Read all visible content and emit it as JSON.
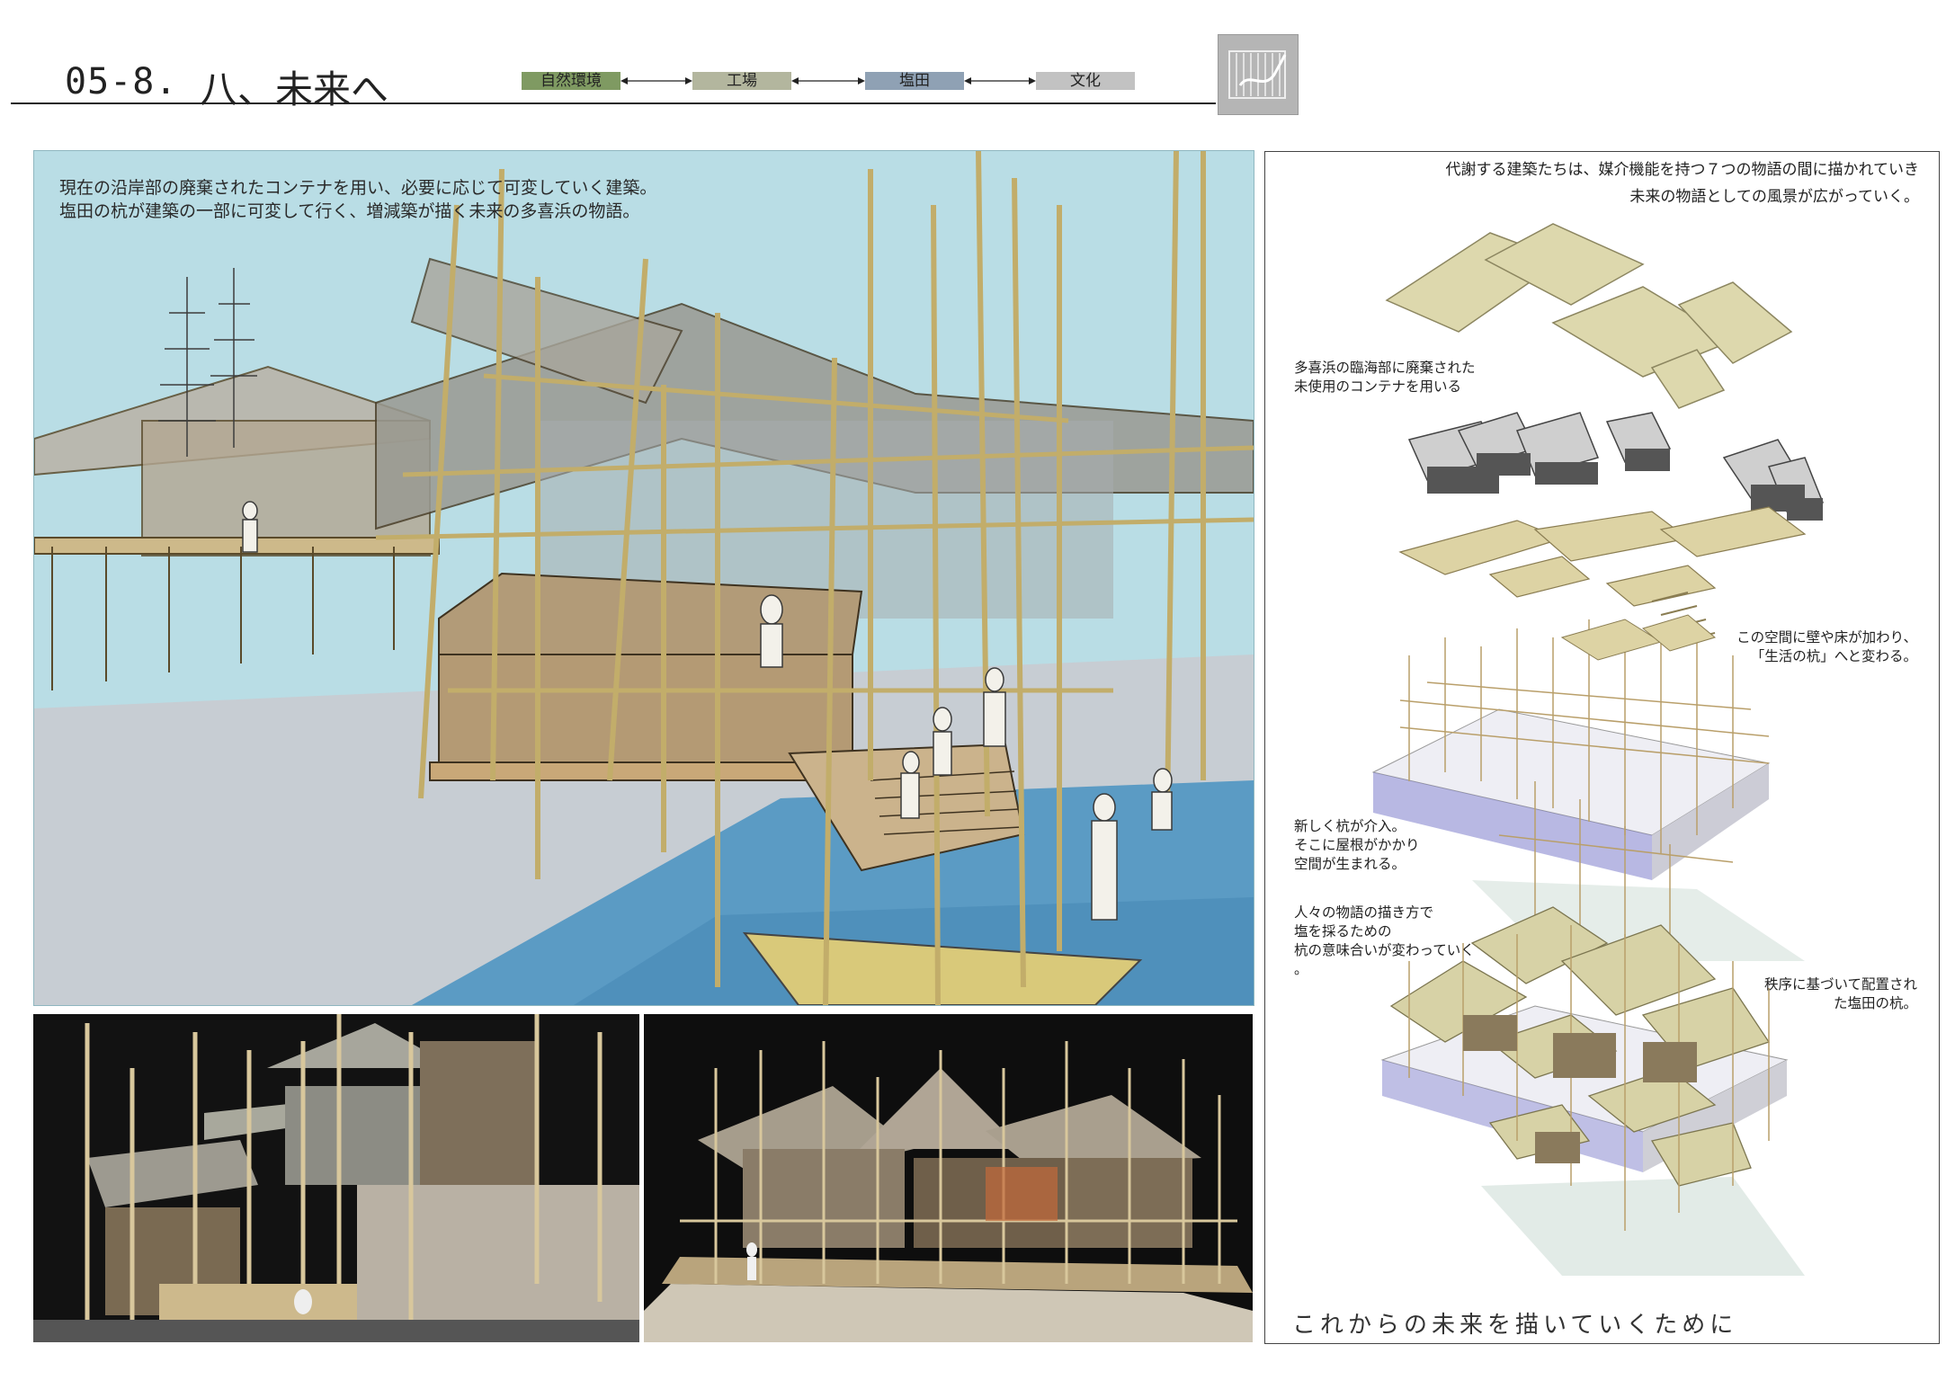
{
  "header": {
    "section_number": "05-8.",
    "section_title": "八、未来へ",
    "tags": [
      {
        "label": "自然環境",
        "color": "#7f9a62"
      },
      {
        "label": "工場",
        "color": "#b3b69e"
      },
      {
        "label": "塩田",
        "color": "#8fa1b4"
      },
      {
        "label": "文化",
        "color": "#c2c2c2"
      }
    ]
  },
  "sketch": {
    "caption_line1": "現在の沿岸部の廃棄されたコンテナを用い、必要に応じて可変していく建築。",
    "caption_line2": "塩田の杭が建築の一部に可変して行く、増減築が描く未来の多喜浜の物語。"
  },
  "diagram": {
    "intro_line1": "代謝する建築たちは、媒介機能を持つ７つの物語の間に描かれていき",
    "intro_line2": "未来の物語としての風景が広がっていく。",
    "note_containers": [
      "多喜浜の臨海部に廃棄された",
      "未使用のコンテナを用いる"
    ],
    "note_living_piles": [
      "この空間に壁や床が加わり、",
      "「生活の杭」へと変わる。"
    ],
    "note_new_piles": [
      "新しく杭が介入。",
      "そこに屋根がかかり",
      "空間が生まれる。"
    ],
    "note_meaning": [
      "人々の物語の描き方で",
      "塩を採るための",
      "杭の意味合いが変わっていく",
      "。"
    ],
    "note_order": [
      "秩序に基づいて配置され",
      "た塩田の杭。"
    ],
    "closing": "これからの未来を描いていくために"
  }
}
